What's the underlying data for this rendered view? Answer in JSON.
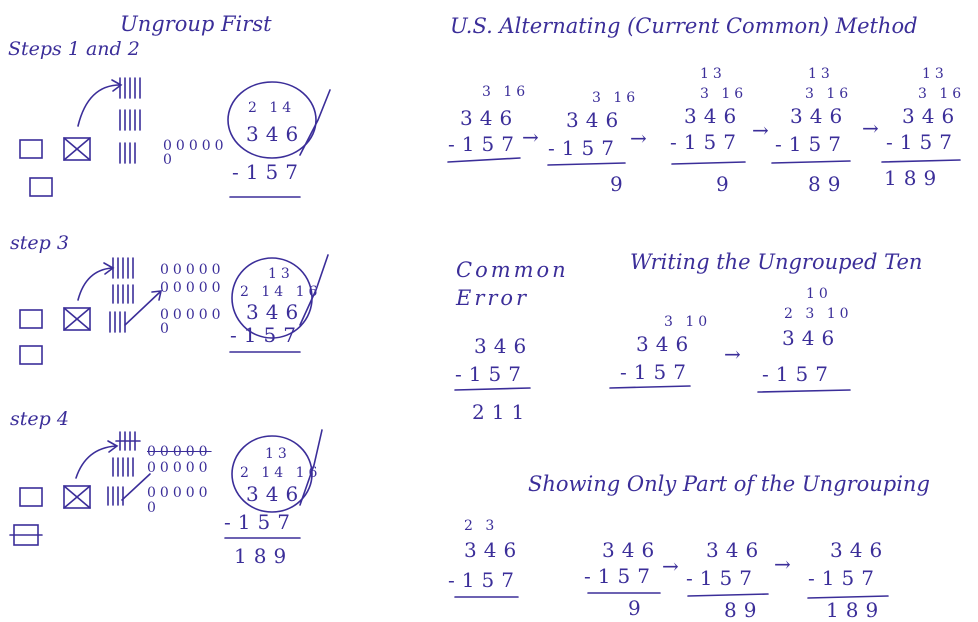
{
  "left": {
    "title": "Ungroup First",
    "steps_1_2": {
      "label": "Steps 1 and 2",
      "ones": "00000",
      "ones_extra": "0",
      "regroup_top": "2 14",
      "top_number": "346",
      "bottom_number": "-157"
    },
    "step_3": {
      "label": "step 3",
      "ones_rows": [
        "00000",
        "00000",
        "00000"
      ],
      "ones_extra": "0",
      "small_top": "13",
      "regroup": "2 14 16",
      "top_number": "346",
      "bottom_number": "-157"
    },
    "step_4": {
      "label": "step 4",
      "ones_rows": [
        "00000",
        "00000",
        "00000"
      ],
      "ones_extra": "0",
      "small_top": "13",
      "regroup": "2 14 16",
      "top_number": "346",
      "bottom_number": "-157",
      "answer": "189"
    }
  },
  "us_method": {
    "title": "U.S. Alternating (Current Common) Method",
    "panels": [
      {
        "top_small": "",
        "regroup": "3 16",
        "top": "346",
        "bottom": "-157",
        "answer": ""
      },
      {
        "top_small": "",
        "regroup": "3 16",
        "top": "346",
        "bottom": "-157",
        "answer": "9"
      },
      {
        "top_small": "13",
        "regroup": "3 16",
        "top": "346",
        "bottom": "-157",
        "answer": "9"
      },
      {
        "top_small": "13",
        "regroup": "3 16",
        "top": "346",
        "bottom": "-157",
        "answer": "89"
      },
      {
        "top_small": "13",
        "regroup": "3 16",
        "top": "346",
        "bottom": "-157",
        "answer": "189"
      }
    ]
  },
  "common_error": {
    "title_line1": "Common",
    "title_line2": "Error",
    "top": "346",
    "bottom": "-157",
    "answer": "211"
  },
  "writing_ten": {
    "title": "Writing the Ungrouped Ten",
    "panel1": {
      "regroup": "3 10",
      "top": "346",
      "bottom": "-157"
    },
    "panel2": {
      "small_top": "10",
      "regroup": "2 3 10",
      "top": "346",
      "bottom": "-157"
    }
  },
  "partial": {
    "title": "Showing Only Part of the Ungrouping",
    "panels": [
      {
        "regroup": "2 3",
        "top": "346",
        "bottom": "-157",
        "answer": ""
      },
      {
        "regroup": "",
        "top": "346",
        "bottom": "-157",
        "answer": "9"
      },
      {
        "regroup": "",
        "top": "346",
        "bottom": "-157",
        "answer": "89"
      },
      {
        "regroup": "",
        "top": "346",
        "bottom": "-157",
        "answer": "189"
      }
    ]
  }
}
